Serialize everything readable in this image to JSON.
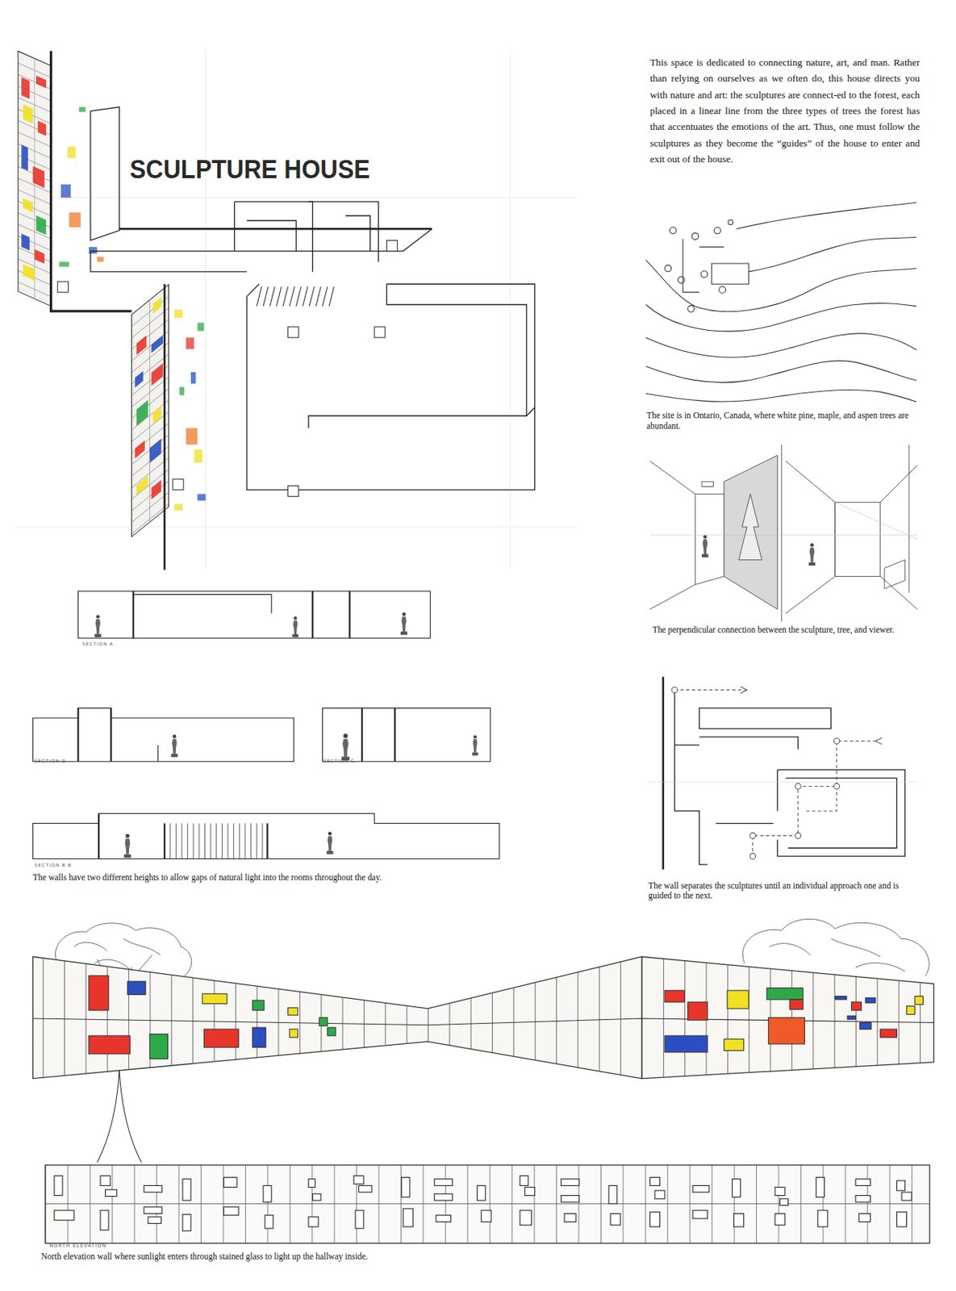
{
  "diagram": {
    "title": "SCULPTURE HOUSE",
    "labels": [
      "This space is dedicated to connecting nature, art, and man. Rather than relying on ourselves as we often do, this house directs you with nature and art: the sculptures are connect-ed to the forest, each placed in a linear line from the three types of trees the forest has that accentuates the emotions of the art. Thus, one must follow the sculptures as they become the “guides” of the house to enter and exit out of the house.",
      "The site is in Ontario, Canada, where white pine, maple, and aspen trees are abundant.",
      "The perpendicular connection between the sculpture, tree, and viewer.",
      "SECTION A",
      "SECTION D",
      "SECTION C",
      "SECTION B B",
      "The walls have two different heights to allow gaps of natural light into the rooms throughout the day.",
      "The wall separates the sculptures until an individual approach one and is guided to the next.",
      "NORTH ELEVATION",
      "North elevation wall where sunlight enters through stained glass to light up the hallway inside."
    ]
  }
}
